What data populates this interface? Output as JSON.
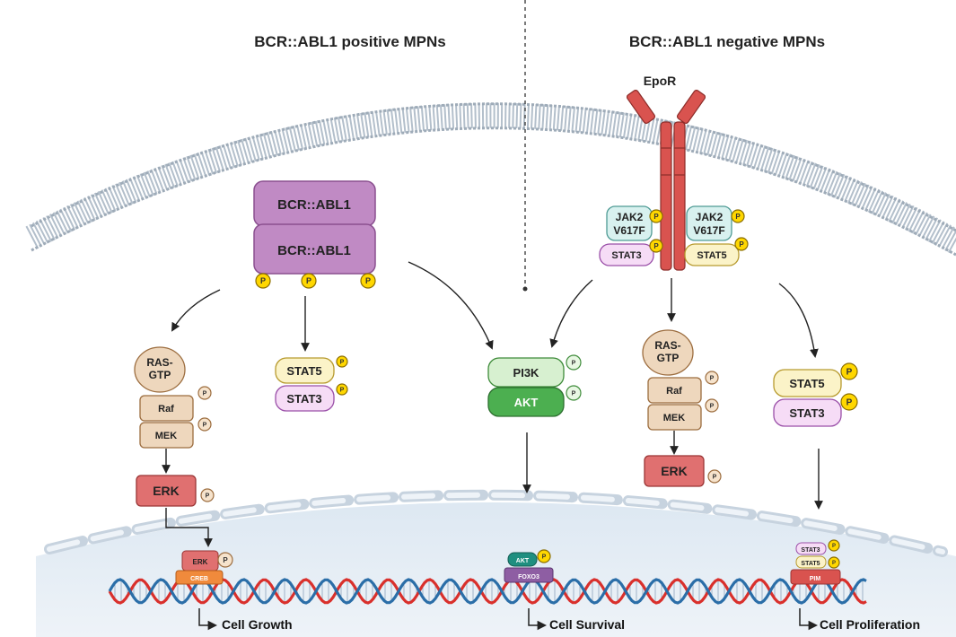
{
  "headers": {
    "left": "BCR::ABL1 positive MPNs",
    "right": "BCR::ABL1 negative MPNs"
  },
  "receptor": "EpoR",
  "bcr_abl": [
    "BCR::ABL1",
    "BCR::ABL1"
  ],
  "phospho": "P",
  "left_ras": {
    "ras": [
      "RAS-",
      "GTP"
    ],
    "raf": "Raf",
    "mek": "MEK",
    "erk": "ERK"
  },
  "left_stat": {
    "stat5": "STAT5",
    "stat3": "STAT3"
  },
  "pi3k": "PI3K",
  "akt": "AKT",
  "jak2": [
    "JAK2",
    "V617F"
  ],
  "right_ras": {
    "ras": [
      "RAS-",
      "GTP"
    ],
    "raf": "Raf",
    "mek": "MEK",
    "erk": "ERK"
  },
  "right_stat": {
    "stat5": "STAT5",
    "stat3": "STAT3"
  },
  "nucleus": {
    "erk": "ERK",
    "creb": "CREB",
    "akt": "AKT",
    "foxo3": "FOXO3",
    "stat3": "STAT3",
    "stat5": "STAT5",
    "pim": "PIM"
  },
  "outcomes": {
    "growth": "Cell Growth",
    "survival": "Cell Survival",
    "proliferation": "Cell Proliferation"
  },
  "colors": {
    "bcr": "#c08ac4",
    "ras": "#eed7bd",
    "erk": "#e07070",
    "stat5": "#fbf3c8",
    "stat3": "#f6dcf6",
    "pi3k": "#d7f0d0",
    "akt": "#4caf50",
    "jak": "#d8f1ef",
    "receptor": "#d9534f",
    "phospho": "#ffd700",
    "dna_red": "#d9302c",
    "dna_blue": "#2b6ea8"
  }
}
